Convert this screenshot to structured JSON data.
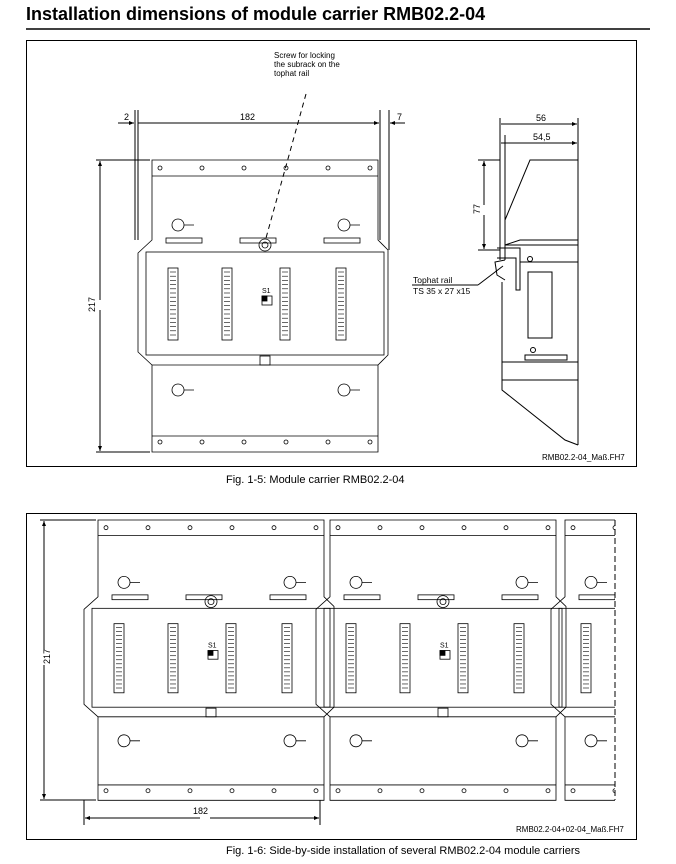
{
  "title": "Installation dimensions of module carrier RMB02.2-04",
  "fig1": {
    "screw_note": [
      "Screw for locking",
      "the subrack on the",
      "tophat rail"
    ],
    "dim_left": "2",
    "dim_width": "182",
    "dim_right": "7",
    "dim_height": "217",
    "dim_depth": "56",
    "dim_depth_inner": "54,5",
    "dim_rail_height": "77",
    "rail_label": "Tophat rail",
    "rail_spec": "TS 35 x 27 x15",
    "switch_label": "S1",
    "file_label": "RMB02.2-04_Maß.FH7",
    "caption": "Fig. 1-5: Module carrier RMB02.2-04"
  },
  "fig2": {
    "dim_height": "217",
    "dim_width": "182",
    "switch_label": "S1",
    "file_label": "RMB02.2-04+02-04_Maß.FH7",
    "caption": "Fig. 1-6: Side-by-side installation of several RMB02.2-04 module carriers"
  }
}
